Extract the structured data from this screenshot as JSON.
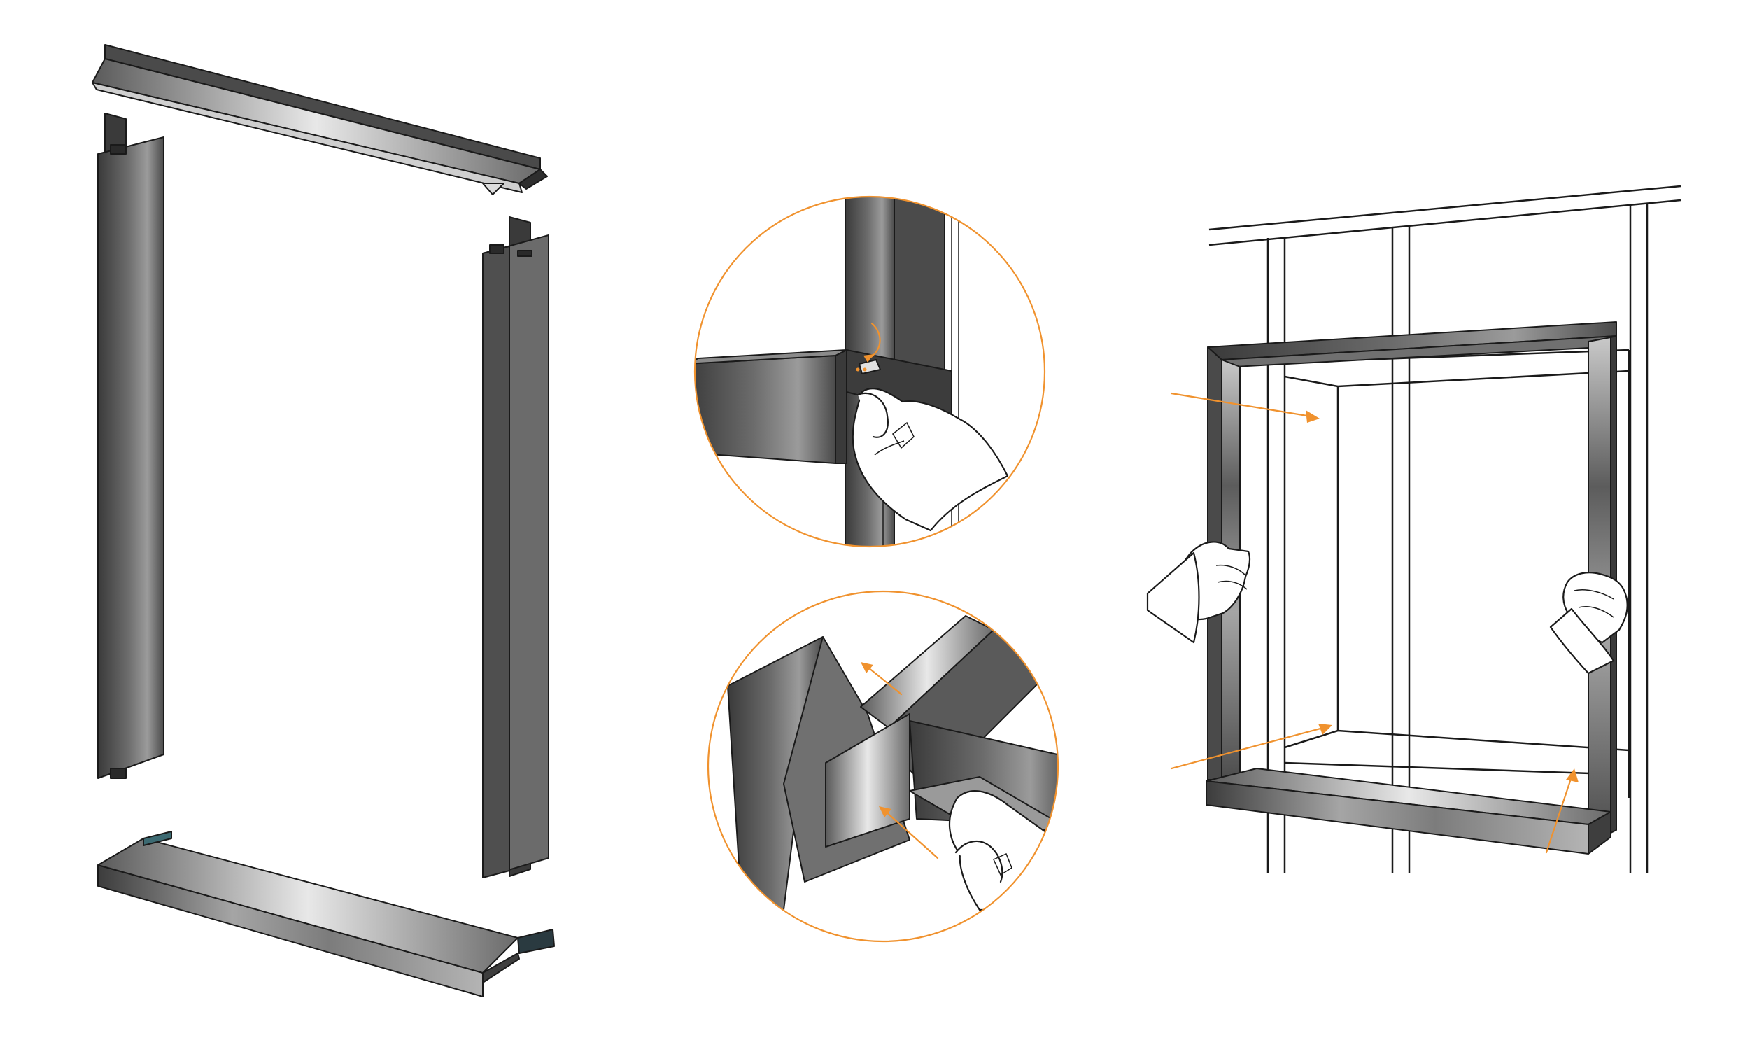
{
  "colors": {
    "background": "#ffffff",
    "accent_orange": "#f0922e",
    "metal_dark": "#3e3e3e",
    "metal_mid": "#8a8a8a",
    "metal_light": "#e6e6e6",
    "line": "#1a1a1a"
  },
  "panels": {
    "exploded": {
      "parts": [
        "head-flashing",
        "left-jamb",
        "right-jamb",
        "sill-flashing"
      ]
    },
    "detail_top": {
      "icon": "tab-fold-detail",
      "arrow_color": "#f0922e"
    },
    "detail_bottom": {
      "icon": "corner-overlap-detail",
      "arrow_color": "#f0922e"
    },
    "installation": {
      "icon": "frame-insertion",
      "arrow_count": 4,
      "arrow_color": "#f0922e"
    }
  }
}
